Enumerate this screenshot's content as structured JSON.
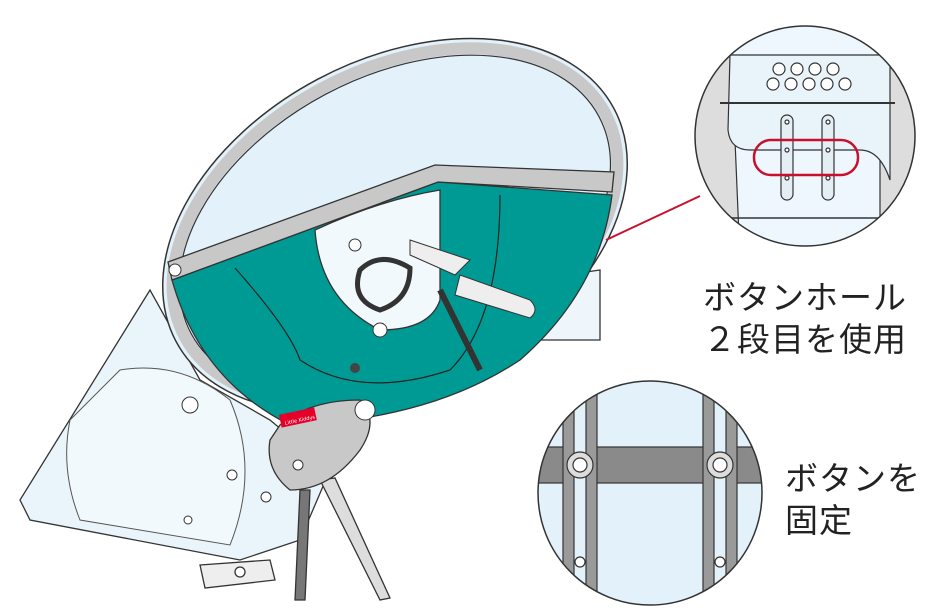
{
  "callouts": [
    {
      "lines": [
        "ボタンホール",
        "２段目を使用"
      ]
    },
    {
      "lines": [
        "ボタンを",
        "固定"
      ]
    }
  ],
  "logo_tag_text": "Little Kiddys",
  "colors": {
    "teal": "#009a94",
    "cover": "#e3f2fa",
    "frame": "#c8c8c8",
    "highlight": "#c8102e",
    "strap": "#8a8a8a"
  }
}
